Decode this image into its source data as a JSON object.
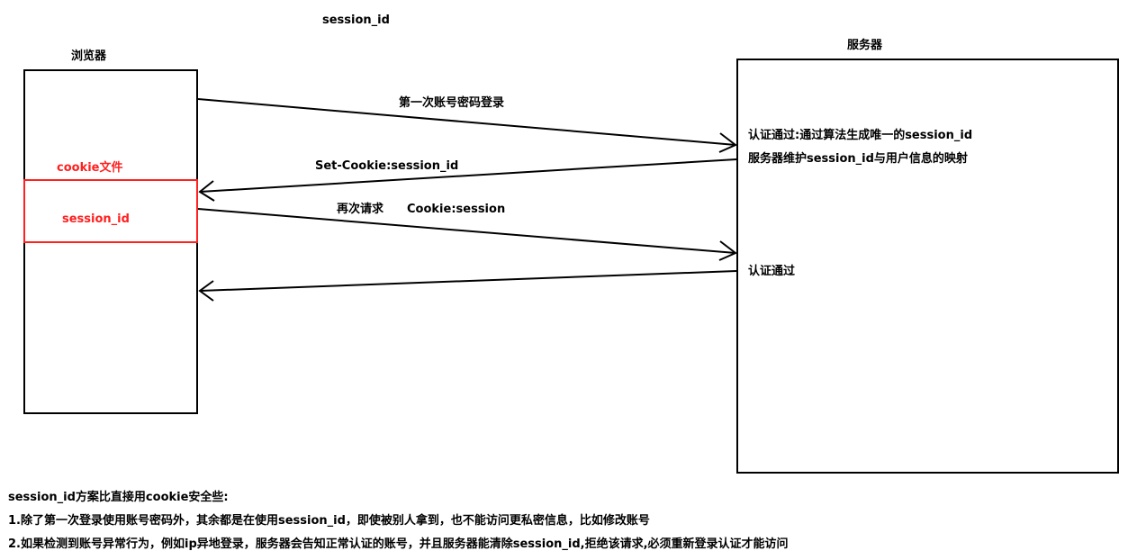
{
  "title": "session_id",
  "browser": {
    "label": "浏览器",
    "cookie_label": "cookie文件",
    "cookie_value": "session_id"
  },
  "server": {
    "label": "服务器",
    "text_line1": "认证通过:通过算法生成唯一的session_id",
    "text_line2": "服务器维护session_id与用户信息的映射",
    "text_line3": "认证通过"
  },
  "arrows": {
    "first_login": "第一次账号密码登录",
    "set_cookie": "Set-Cookie:session_id",
    "request_again": "再次请求",
    "cookie_session": "Cookie:session"
  },
  "notes": {
    "heading": "session_id方案比直接用cookie安全些:",
    "point1": "1.除了第一次登录使用账号密码外，其余都是在使用session_id，即使被别人拿到，也不能访问更私密信息，比如修改账号",
    "point2": "2.如果检测到账号异常行为，例如ip异地登录，服务器会告知正常认证的账号，并且服务器能清除session_id,拒绝该请求,必须重新登录认证才能访问"
  },
  "colors": {
    "accent_red": "#ff2020",
    "line": "#000000"
  }
}
